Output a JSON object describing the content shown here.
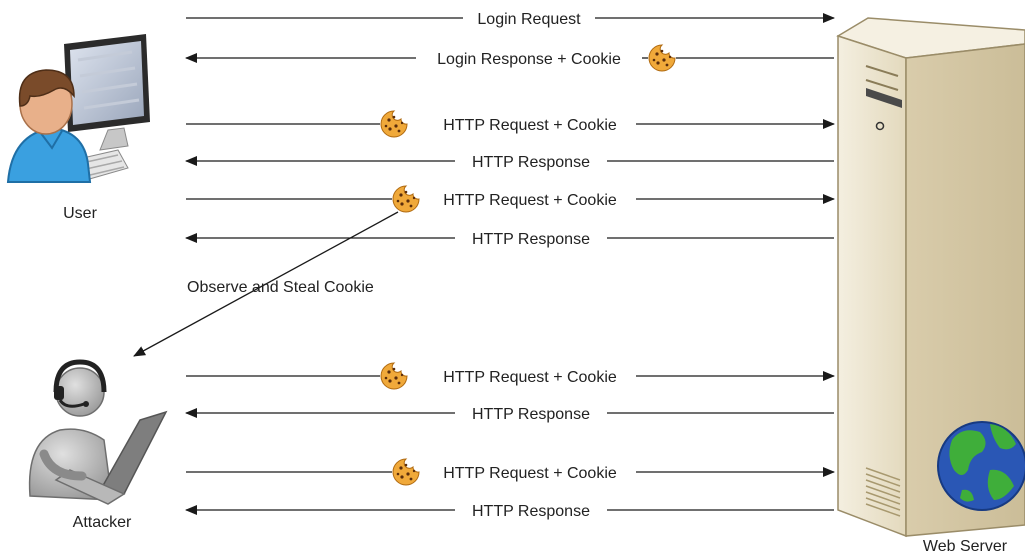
{
  "actors": {
    "user": "User",
    "attacker": "Attacker",
    "server": "Web Server"
  },
  "annotation": "Observe and Steal Cookie",
  "messages": [
    {
      "label": "Login Request",
      "direction": "to-server",
      "cookie": "none"
    },
    {
      "label": "Login Response + Cookie",
      "direction": "to-user",
      "cookie": "after-label"
    },
    {
      "label": "HTTP Request + Cookie",
      "direction": "to-server",
      "cookie": "before-label"
    },
    {
      "label": "HTTP Response",
      "direction": "to-user",
      "cookie": "none"
    },
    {
      "label": "HTTP Request + Cookie",
      "direction": "to-server",
      "cookie": "before-label"
    },
    {
      "label": "HTTP Response",
      "direction": "to-user",
      "cookie": "none"
    },
    {
      "label": "HTTP Request + Cookie",
      "direction": "to-server",
      "cookie": "before-label"
    },
    {
      "label": "HTTP Response",
      "direction": "to-user",
      "cookie": "none"
    },
    {
      "label": "HTTP Request + Cookie",
      "direction": "to-server",
      "cookie": "before-label"
    },
    {
      "label": "HTTP Response",
      "direction": "to-user",
      "cookie": "none"
    }
  ],
  "icons": [
    "user-computer-icon",
    "attacker-laptop-icon",
    "server-tower-icon",
    "globe-icon",
    "cookie-icon"
  ],
  "colors": {
    "line": "#1a1a1a",
    "cookie": "#f0a93a",
    "server_body": "#e9e0c8",
    "globe_ocean": "#2a57b5",
    "globe_land": "#3fae3a",
    "user_shirt": "#3aa0e0"
  }
}
